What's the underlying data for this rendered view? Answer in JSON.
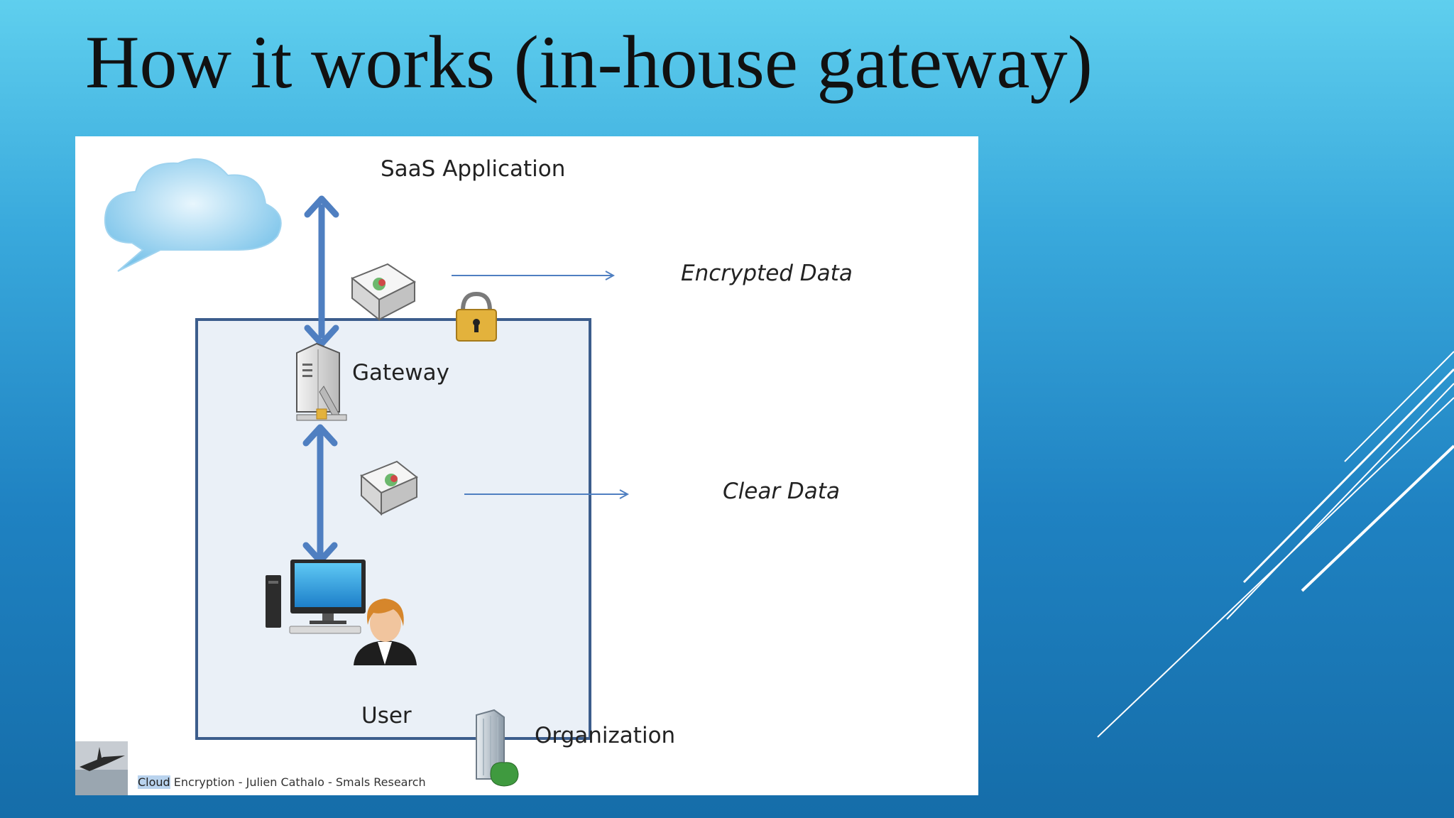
{
  "slide": {
    "title": "How it works (in-house gateway)"
  },
  "diagram": {
    "saas_label": "SaaS Application",
    "encrypted_label": "Encrypted Data",
    "gateway_label": "Gateway",
    "clear_label": "Clear Data",
    "user_label": "User",
    "organization_label": "Organization",
    "footer_highlight": "Cloud",
    "footer_text": " Encryption - Julien Cathalo - Smals Research"
  },
  "colors": {
    "arrow_blue": "#4f7fc1",
    "org_box_border": "#3c5d8c",
    "org_box_fill": "#eaf0f7",
    "lock_gold": "#e3b23c",
    "background_top": "#5fcfee",
    "background_bottom": "#156da9"
  }
}
